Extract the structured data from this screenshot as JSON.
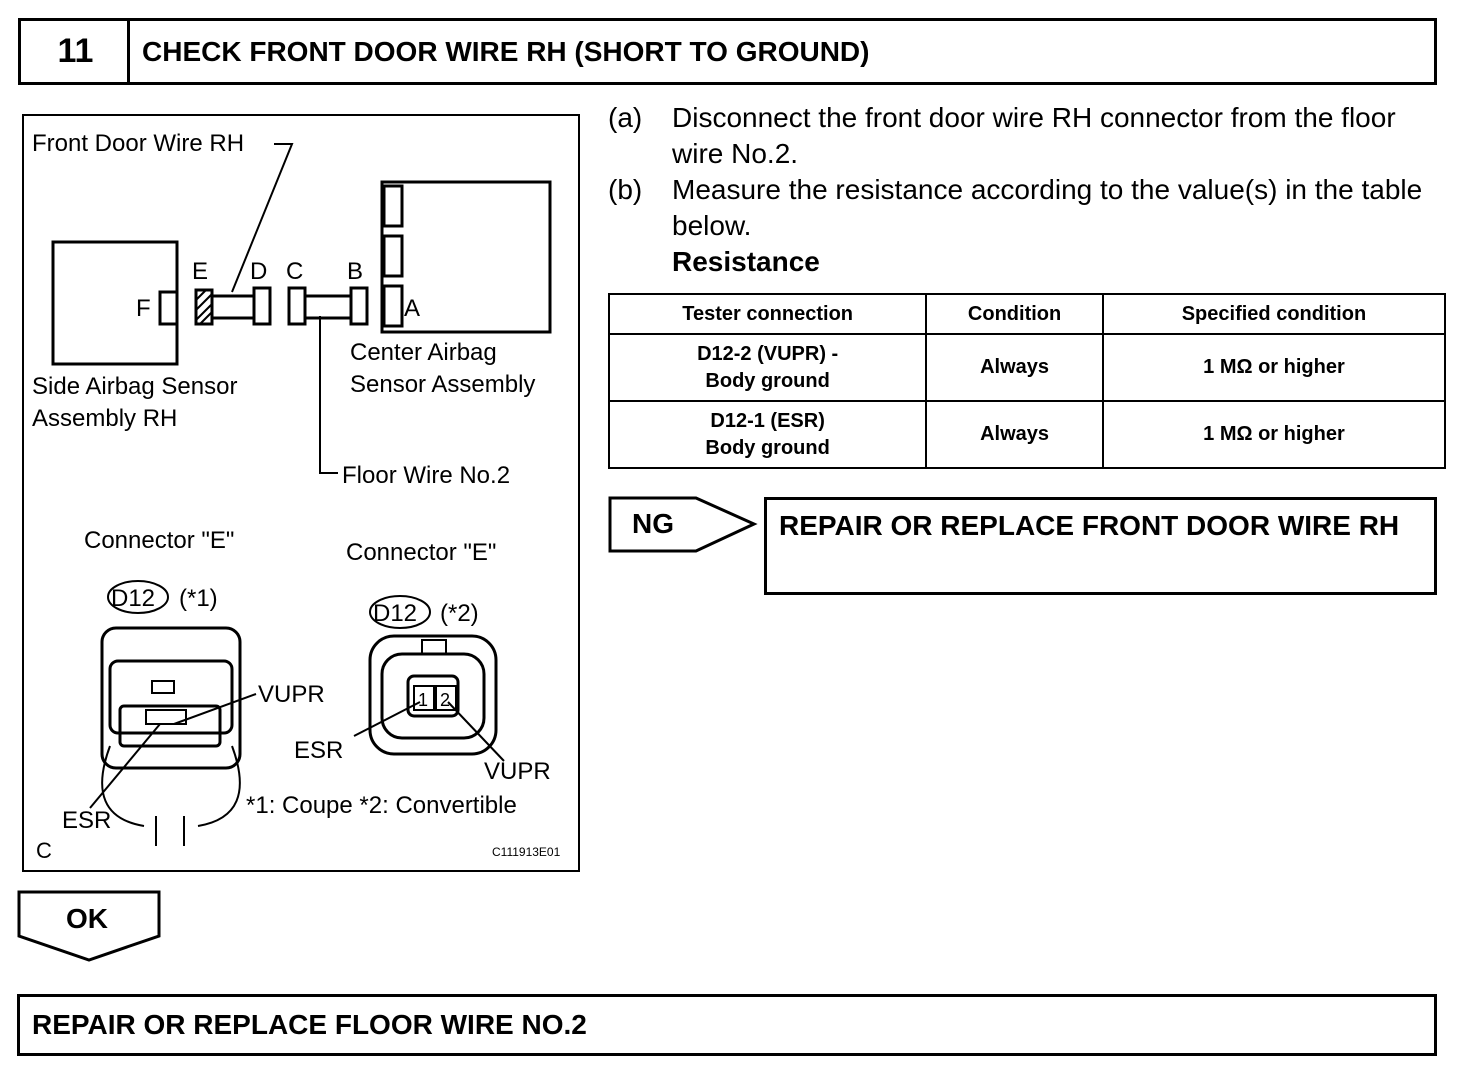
{
  "header": {
    "step_number": "11",
    "title": "CHECK FRONT DOOR WIRE RH (SHORT TO GROUND)"
  },
  "steps": [
    {
      "label": "(a)",
      "text": "Disconnect the front door wire RH connector from the floor wire No.2."
    },
    {
      "label": "(b)",
      "text": "Measure the resistance according to the value(s) in the table below."
    }
  ],
  "resistance_heading": "Resistance",
  "table": {
    "headers": [
      "Tester connection",
      "Condition",
      "Specified condition"
    ],
    "rows": [
      {
        "connection_line1": "D12-2 (VUPR) -",
        "connection_line2": "Body ground",
        "condition": "Always",
        "specified": "1 MΩ or higher"
      },
      {
        "connection_line1": "D12-1 (ESR)",
        "connection_line2": "Body ground",
        "condition": "Always",
        "specified": "1 MΩ or higher"
      }
    ]
  },
  "ng": {
    "label": "NG",
    "result": "REPAIR OR REPLACE FRONT DOOR WIRE RH"
  },
  "ok": {
    "label": "OK",
    "result": "REPAIR OR REPLACE FLOOR WIRE NO.2"
  },
  "diagram": {
    "front_door_wire": "Front Door Wire RH",
    "letters": {
      "E": "E",
      "D": "D",
      "C": "C",
      "B": "B",
      "A": "A",
      "F": "F"
    },
    "side_sensor_l1": "Side Airbag Sensor",
    "side_sensor_l2": "Assembly RH",
    "center_sensor_l1": "Center Airbag",
    "center_sensor_l2": "Sensor Assembly",
    "floor_wire": "Floor Wire No.2",
    "connector1_title": "Connector \"E\"",
    "connector2_title": "Connector \"E\"",
    "connector_code": "D12",
    "note1": "(*1)",
    "note2": "(*2)",
    "vupr": "VUPR",
    "esr": "ESR",
    "pin1": "1",
    "pin2": "2",
    "footnote": "*1: Coupe  *2: Convertible",
    "corner_c": "C",
    "figure_id": "C111913E01"
  }
}
